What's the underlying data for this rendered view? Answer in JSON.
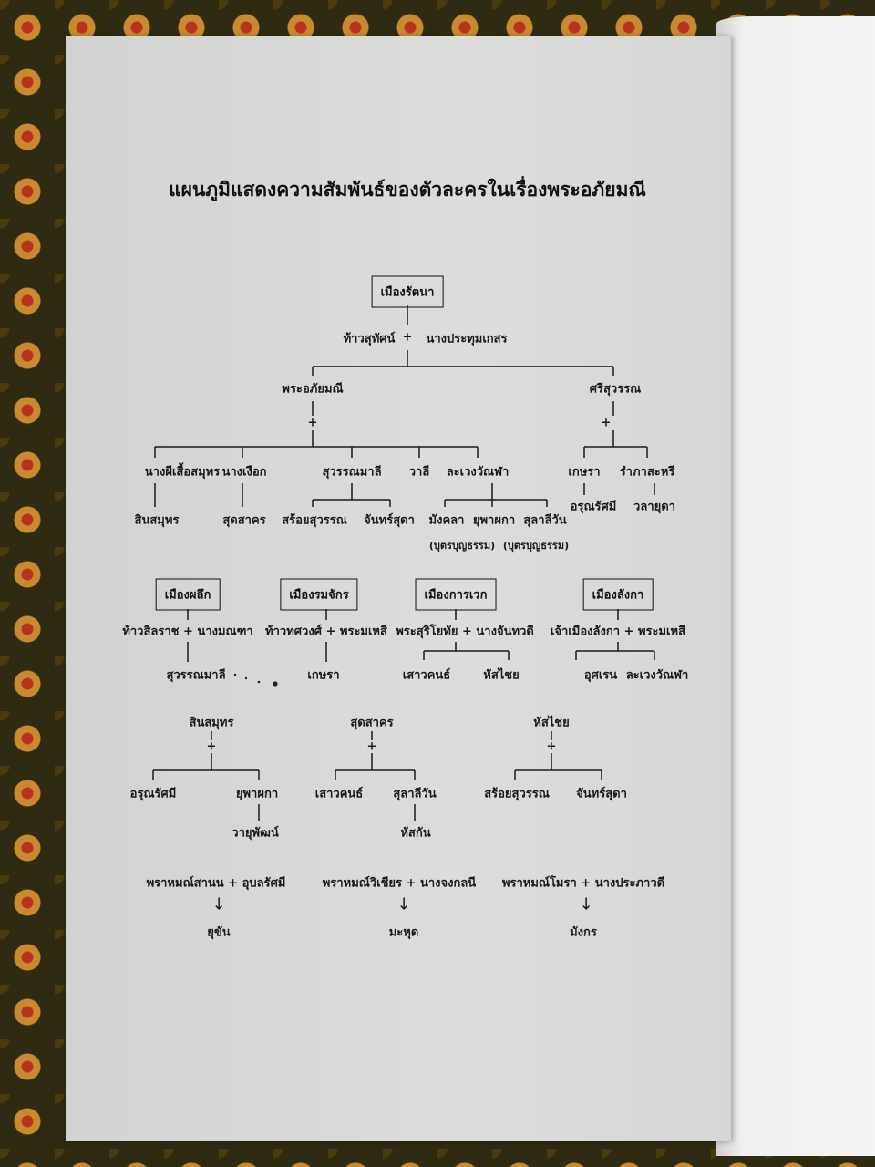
{
  "title": "แผนภูมิแสดงความสัมพันธ์ของตัวละครในเรื่องพระอภัยมณี",
  "plus": "+",
  "arrow": "↓",
  "tree1": {
    "root": "เมืองรัตนา",
    "father": "ท้าวสุทัศน์",
    "mother": "นางประทุมเกสร",
    "sons": [
      "พระอภัยมณี",
      "ศรีสุวรรณ"
    ],
    "wives_abhai": [
      "นางผีเสื้อสมุทร",
      "นางเงือก",
      "สุวรรณมาลี",
      "วาลี",
      "ละเวงวัณฬา"
    ],
    "children_phisuea": "สินสมุทร",
    "children_ngueak": "สุดสาคร",
    "children_suwanmali": [
      "สร้อยสุวรรณ",
      "จันทร์สุดา"
    ],
    "children_laweng": [
      "มังคลา",
      "ยุพาผกา",
      "สุลาลีวัน"
    ],
    "adopted": "(บุตรบุญธรรม)",
    "wives_sri": [
      "เกษรา",
      "รำภาสะหรี"
    ],
    "children_sri": [
      "อรุณรัศมี",
      "วลายุดา"
    ]
  },
  "cities": [
    {
      "name": "เมืองผลึก",
      "couple": "ท้าวสิลราช + นางมณฑา",
      "children": [
        "สุวรรณมาลี"
      ]
    },
    {
      "name": "เมืองรมจักร",
      "couple": "ท้าวทศวงศ์ + พระมเหสี",
      "children": [
        "เกษรา"
      ]
    },
    {
      "name": "เมืองการเวก",
      "couple": "พระสุริโยทัย + นางจันทวดี",
      "children": [
        "เสาวคนธ์",
        "หัสไชย"
      ]
    },
    {
      "name": "เมืองลังกา",
      "couple": "เจ้าเมืองลังกา + พระมเหสี",
      "children": [
        "อุศเรน",
        "ละเวงวัณฬา"
      ]
    }
  ],
  "marriages": [
    {
      "person": "สินสมุทร",
      "children": [
        "อรุณรัศมี",
        "ยุพาผกา"
      ],
      "grandchild": "วายุพัฒน์"
    },
    {
      "person": "สุดสาคร",
      "children": [
        "เสาวคนธ์",
        "สุลาลีวัน"
      ],
      "grandchild": "หัสกัน"
    },
    {
      "person": "หัสไชย",
      "children": [
        "สร้อยสุวรรณ",
        "จันทร์สุดา"
      ]
    }
  ],
  "brahmins": [
    {
      "couple": "พราหมณ์สานน + อุบลรัศมี",
      "child": "ยุขัน"
    },
    {
      "couple": "พราหมณ์วิเชียร + นางจงกลนี",
      "child": "มะหุด"
    },
    {
      "couple": "พราหมณ์โมรา + นางประภาวดี",
      "child": "มังกร"
    }
  ]
}
